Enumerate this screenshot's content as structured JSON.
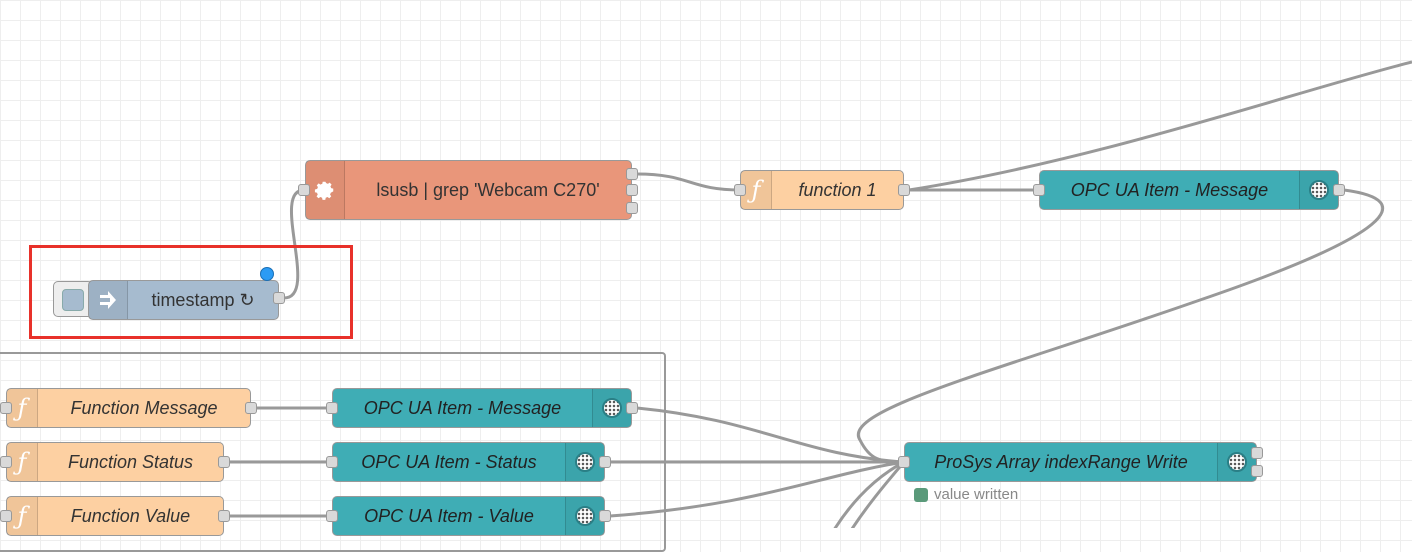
{
  "nodes": {
    "lsusb": {
      "label": "lsusb | grep 'Webcam C270'",
      "icon": "gear-icon",
      "color": "#e9967a"
    },
    "function1": {
      "label": "function 1",
      "icon": "function-icon",
      "color": "#fdd0a2"
    },
    "opc_message_top": {
      "label": "OPC UA Item - Message",
      "icon": "opcua-icon",
      "color": "#3fadb5"
    },
    "timestamp": {
      "label": "timestamp ↻",
      "icon": "inject-arrow-icon",
      "color": "#a6bbcf"
    },
    "function_message": {
      "label": "Function Message",
      "icon": "function-icon"
    },
    "function_status": {
      "label": "Function Status",
      "icon": "function-icon"
    },
    "function_value": {
      "label": "Function Value",
      "icon": "function-icon"
    },
    "opc_message": {
      "label": "OPC UA Item - Message",
      "icon": "opcua-icon"
    },
    "opc_status": {
      "label": "OPC UA Item - Status",
      "icon": "opcua-icon"
    },
    "opc_value": {
      "label": "OPC UA Item - Value",
      "icon": "opcua-icon"
    },
    "prosys": {
      "label": "ProSys Array indexRange Write",
      "icon": "opcua-icon",
      "status": "value written",
      "status_color": "#5a9a7a"
    }
  },
  "f_glyph": "ƒ",
  "highlight_color": "#e8312a"
}
